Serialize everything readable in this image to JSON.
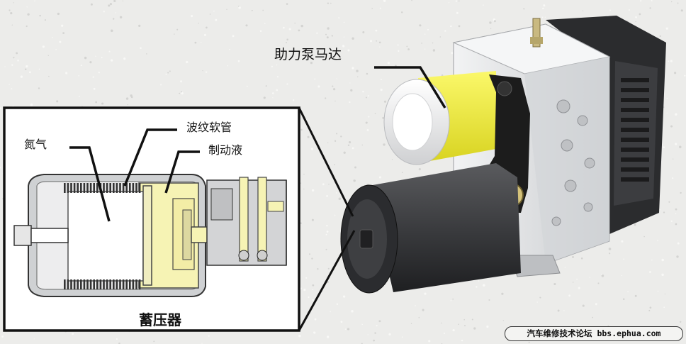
{
  "labels": {
    "pump_motor": "助力泵马达",
    "bellows_hose": "波纹软管",
    "brake_fluid": "制动液",
    "nitrogen": "氮气",
    "accumulator": "蓄压器"
  },
  "watermark": "汽车维修技术论坛 bbs.ephua.com",
  "colors": {
    "background": "#ececea",
    "accent_yellow": "#f2ee3a",
    "fluid_yellow": "#f6f3b4",
    "housing_gray": "#e2e3e5",
    "motor_dark": "#3a3b3e",
    "bracket_black": "#1c1c1c",
    "outline": "#111111"
  }
}
